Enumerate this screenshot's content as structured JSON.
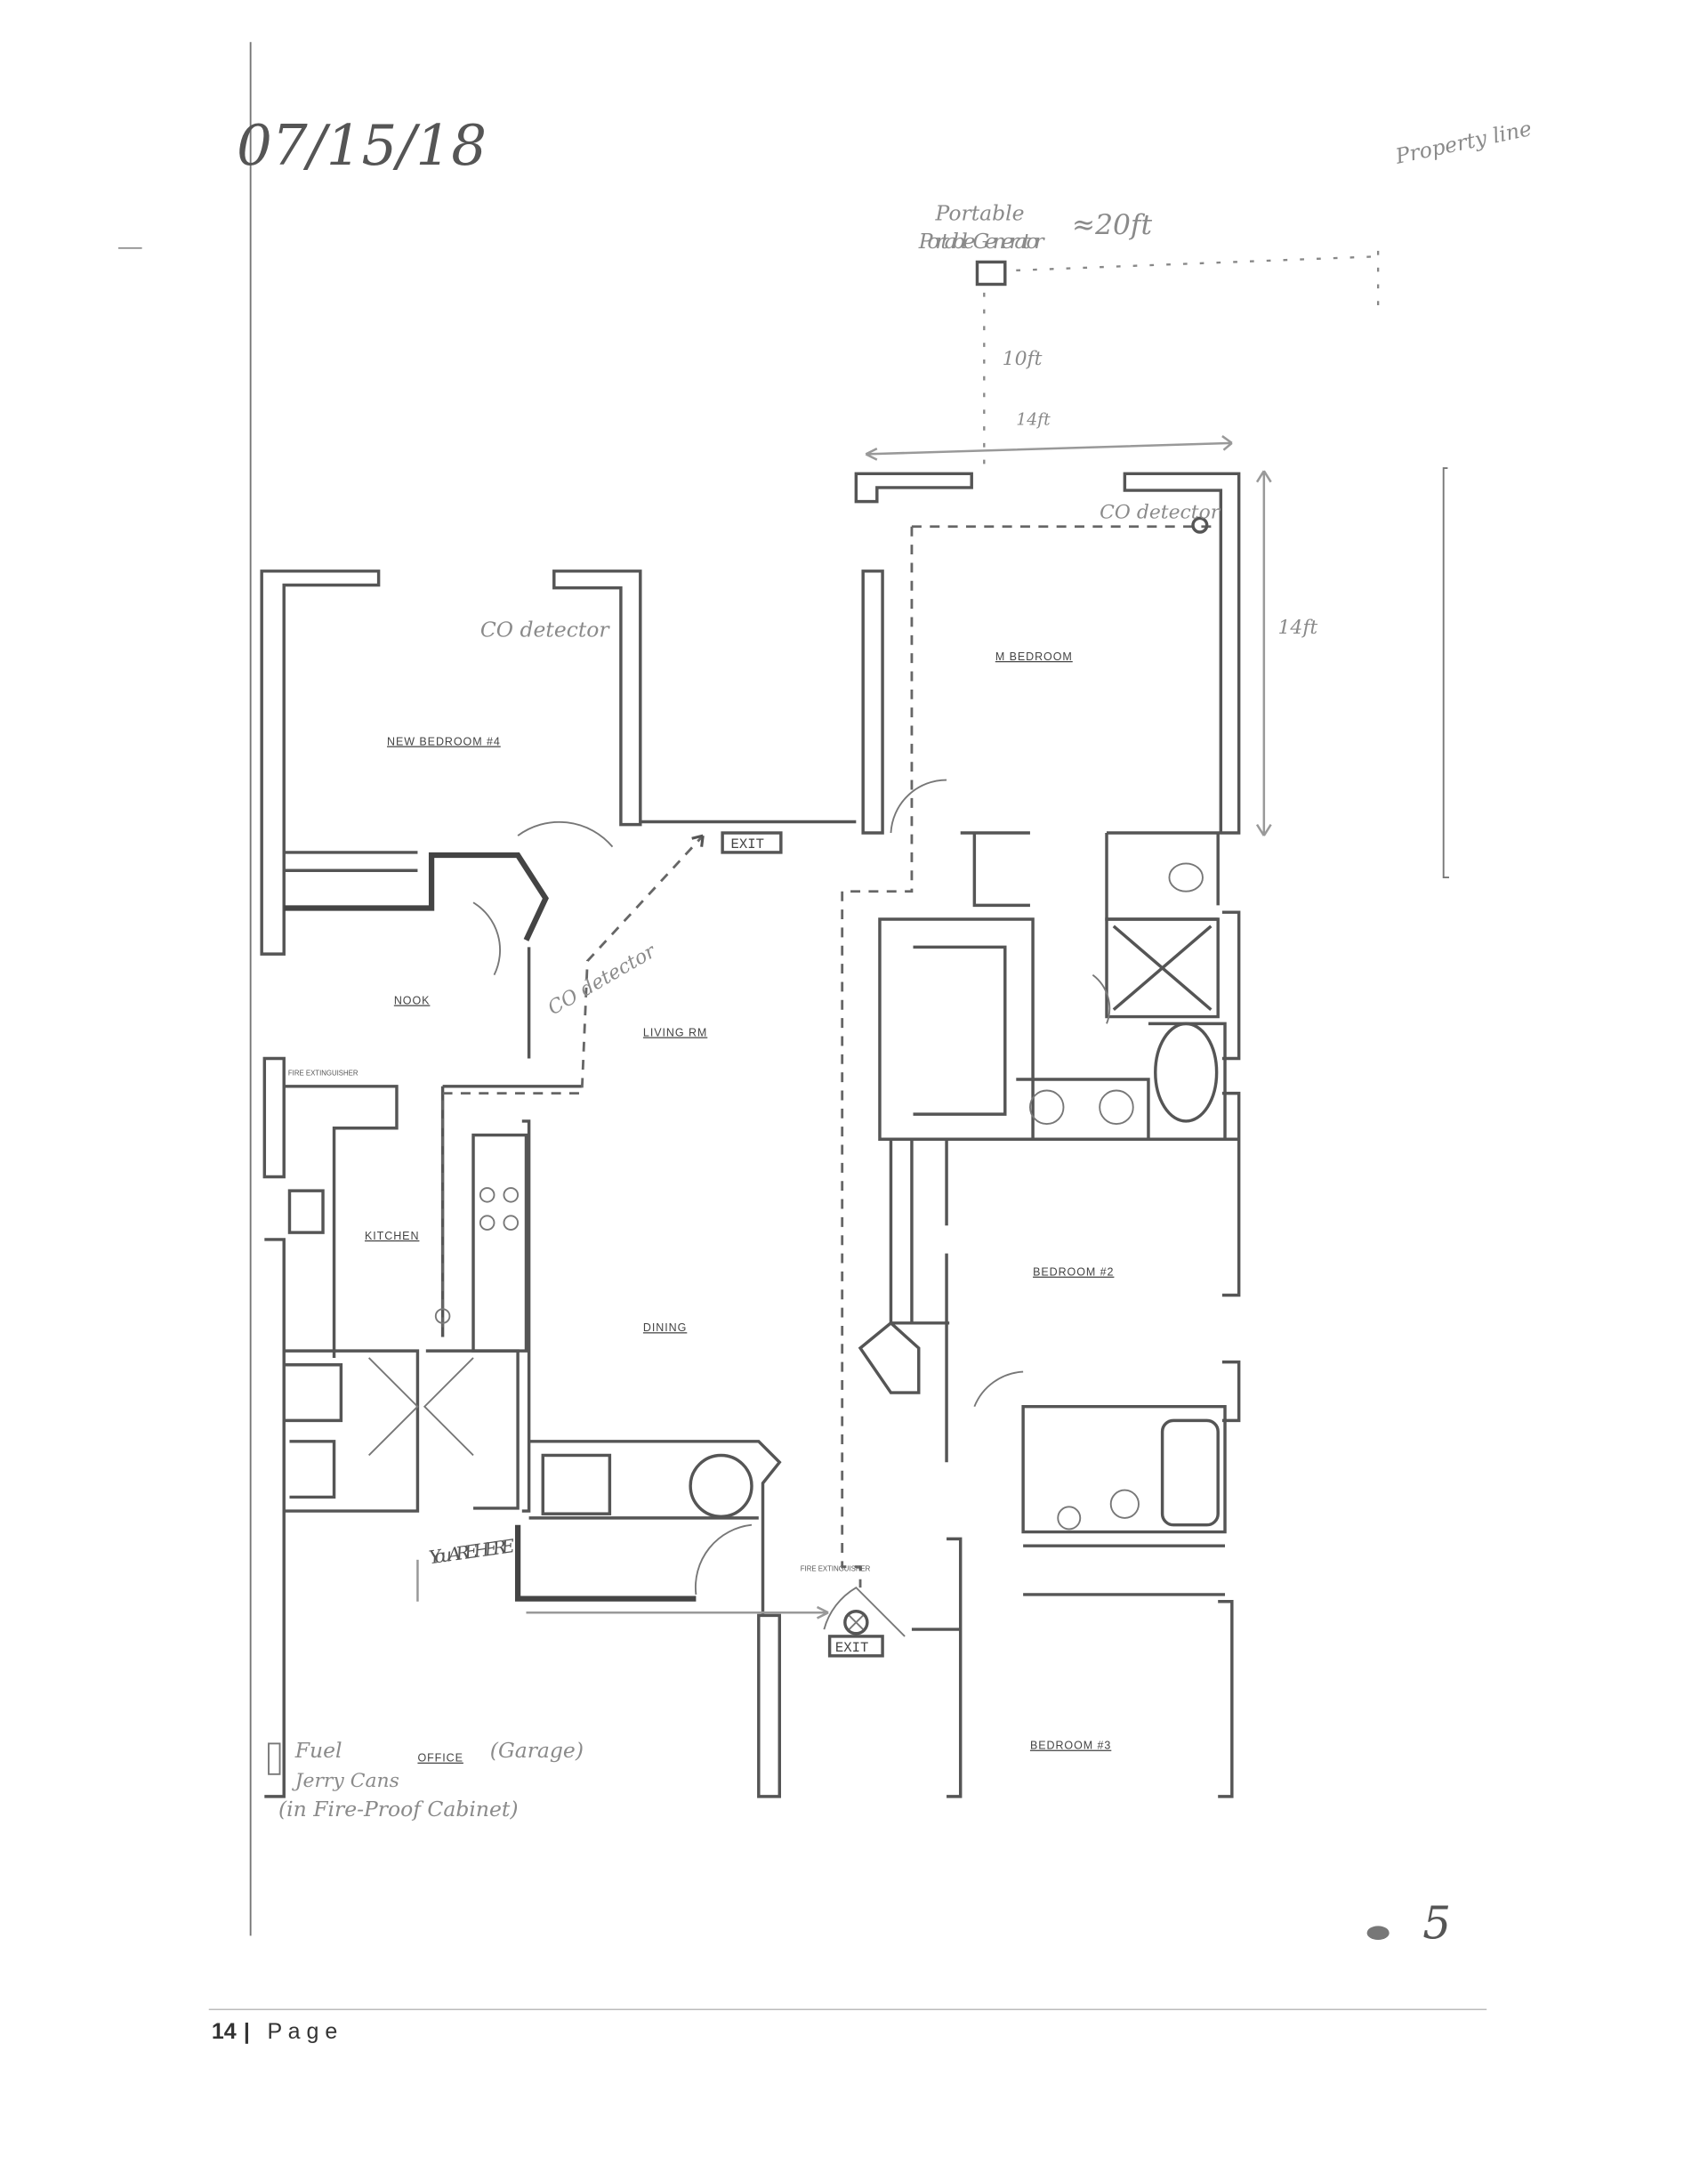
{
  "document": {
    "date_handwritten": "07/15/18",
    "page_mark_handwritten": "5",
    "footer": {
      "page_number": "14",
      "separator": "|",
      "page_label": "P a g e"
    }
  },
  "site_annotations": {
    "generator": "Portable Generator",
    "generator_to_property_line": "≈20ft",
    "property_line": "Property line",
    "generator_to_house": "10ft",
    "house_width": "14ft",
    "bedroom_depth": "14ft"
  },
  "rooms": {
    "new_bedroom_4": "NEW BEDROOM #4",
    "master_bedroom": "M BEDROOM",
    "nook": "NOOK",
    "living_room": "LIVING RM",
    "kitchen": "KITCHEN",
    "dining": "DINING",
    "bedroom_2": "BEDROOM #2",
    "bedroom_3": "BEDROOM #3",
    "office": "OFFICE"
  },
  "markers": {
    "co_detector_bedroom4": "CO detector",
    "co_detector_master": "CO detector",
    "co_detector_nook": "CO detector",
    "fire_extinguisher_kitchen": "FIRE EXTINGUISHER",
    "fire_extinguisher_entry": "FIRE EXTINGUISHER",
    "exit_top": "EXIT",
    "exit_bottom": "EXIT",
    "you_are_here": "You ARE HERE",
    "garage_note": "(Garage)",
    "fuel_line1": "Fuel",
    "fuel_line2": "Jerry Cans",
    "fuel_line3": "(in Fire-Proof Cabinet)"
  }
}
